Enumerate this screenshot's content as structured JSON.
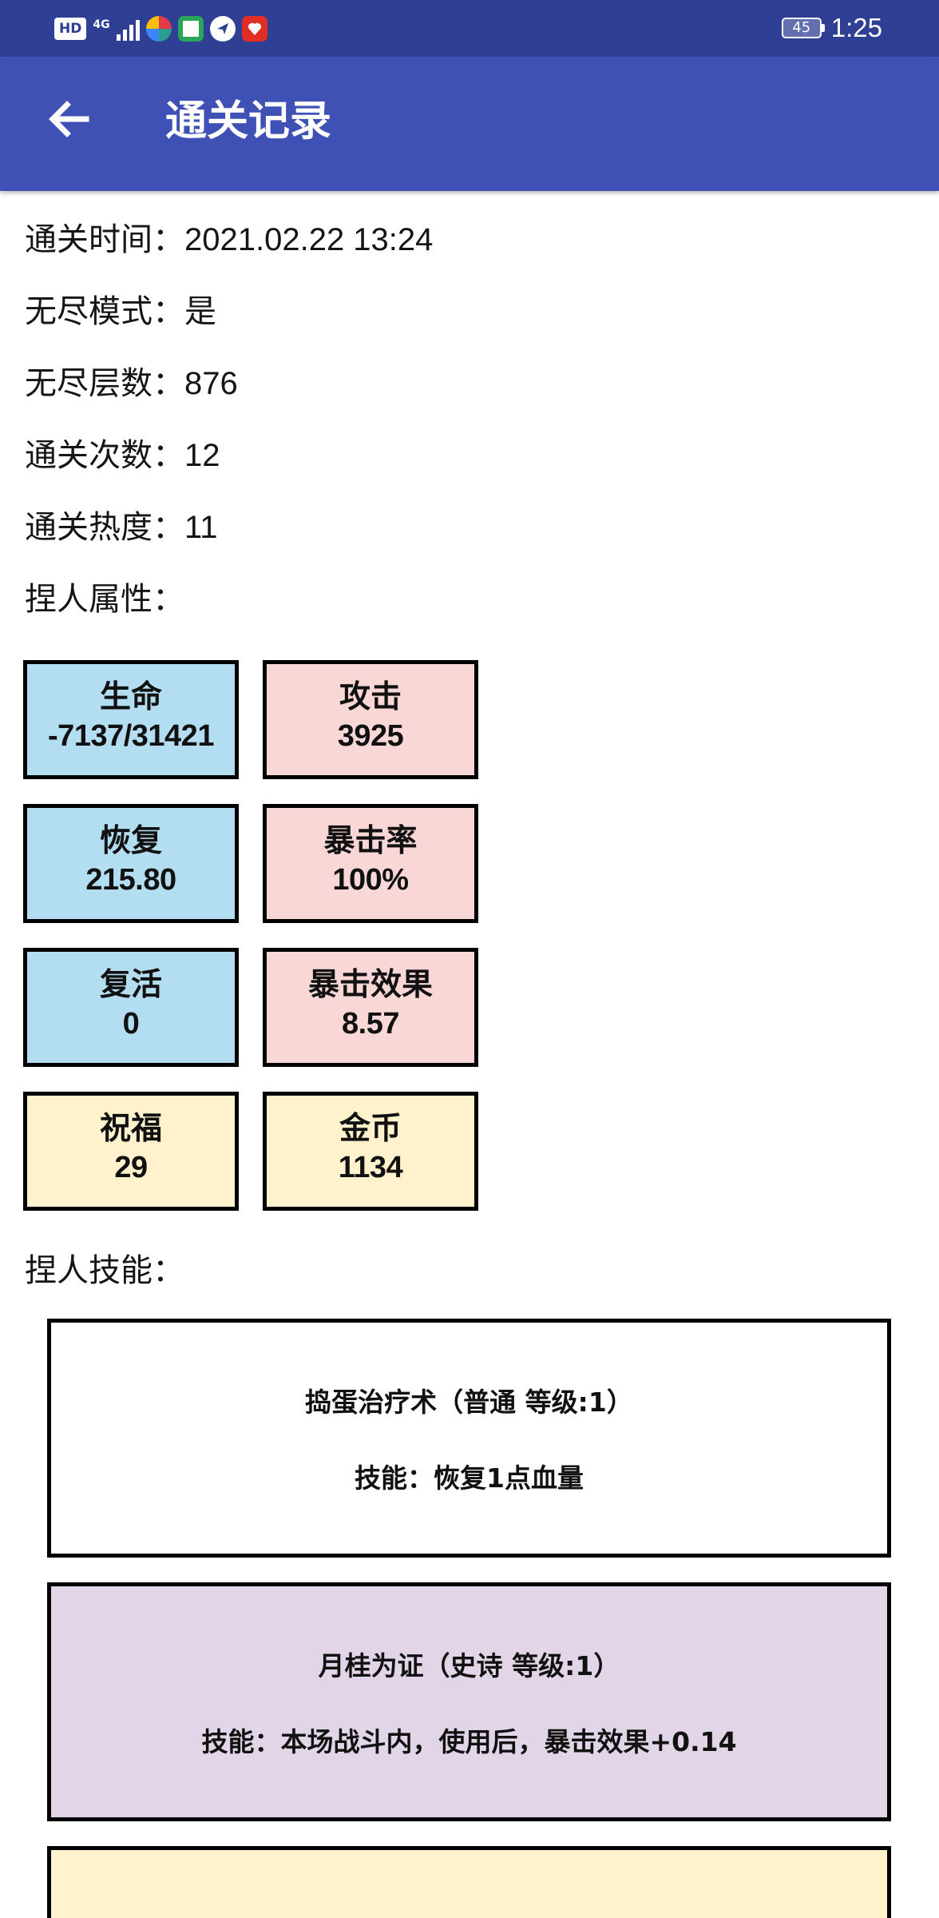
{
  "status_bar": {
    "hd_label": "HD",
    "network_label": "4G",
    "time": "1:25",
    "battery_level": "45",
    "app_icons": [
      "color-wheel-app-icon",
      "browser-app-icon",
      "send-app-icon",
      "pinduoduo-app-icon"
    ]
  },
  "app_bar": {
    "back_icon": "arrow-left-icon",
    "title": "通关记录",
    "background_color": "#3f51b5",
    "status_color": "#2f3f94"
  },
  "record": {
    "clear_time_label": "通关时间：",
    "clear_time_value": "2021.02.22 13:24",
    "endless_mode_label": "无尽模式：",
    "endless_mode_value": "是",
    "endless_floors_label": "无尽层数：",
    "endless_floors_value": "876",
    "clear_count_label": "通关次数：",
    "clear_count_value": "12",
    "heat_label": "通关热度：",
    "heat_value": "11",
    "attributes_label": "捏人属性：",
    "skills_label": "捏人技能："
  },
  "attributes": [
    {
      "label": "生命",
      "value": "-7137/31421",
      "color": "#b3ddf0"
    },
    {
      "label": "攻击",
      "value": "3925",
      "color": "#f8d7d6"
    },
    {
      "label": "恢复",
      "value": "215.80",
      "color": "#b3ddf0"
    },
    {
      "label": "暴击率",
      "value": "100%",
      "color": "#f8d7d6"
    },
    {
      "label": "复活",
      "value": "0",
      "color": "#b3ddf0"
    },
    {
      "label": "暴击效果",
      "value": "8.57",
      "color": "#f8d7d6"
    },
    {
      "label": "祝福",
      "value": "29",
      "color": "#fff2cc"
    },
    {
      "label": "金币",
      "value": "1134",
      "color": "#fff2cc"
    }
  ],
  "skills": [
    {
      "name": "捣蛋治疗术（普通 等级:1）",
      "desc": "技能：恢复1点血量",
      "color": "#ffffff"
    },
    {
      "name": "月桂为证（史诗 等级:1）",
      "desc": "技能：本场战斗内，使用后，暴击效果+0.14",
      "color": "#e1d5e7"
    },
    {
      "name": "",
      "desc": "",
      "color": "#fff2cc"
    }
  ]
}
